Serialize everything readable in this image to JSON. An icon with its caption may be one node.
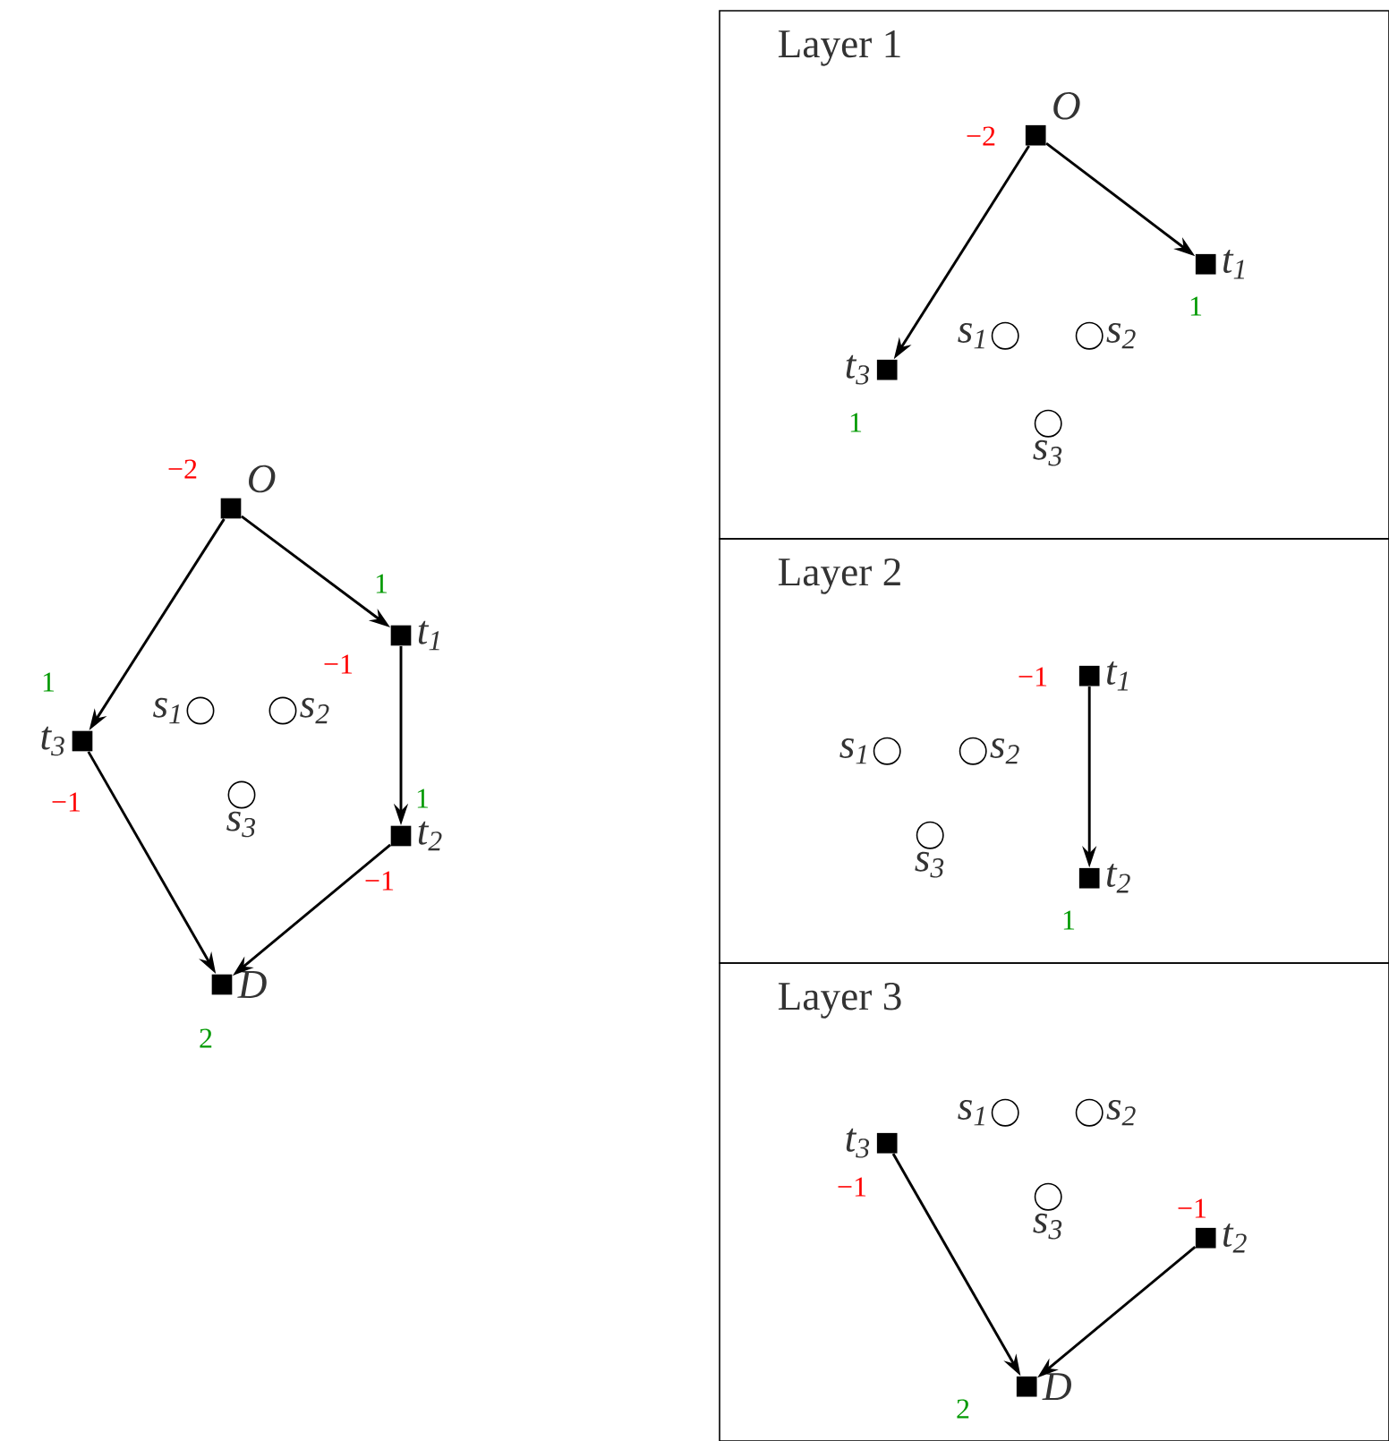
{
  "diagram": {
    "nodes": [
      {
        "text": [
          "O"
        ],
        "beside": [
          "−2"
        ]
      },
      {
        "text": [
          "t$_{1}$"
        ],
        "beside": [
          "1",
          "−1"
        ]
      },
      {
        "text": [
          "t$_{3}$"
        ],
        "beside": [
          "1",
          "−1"
        ]
      },
      {
        "text": [
          "s$_{1}$"
        ]
      },
      {
        "text": [
          "s$_{2}$"
        ]
      },
      {
        "text": [
          "s$_{3}$"
        ]
      },
      {
        "text": [
          "t$_{2}$"
        ],
        "beside": [
          "1",
          "−1"
        ]
      },
      {
        "text": [
          "D"
        ],
        "beside": [
          "2"
        ]
      },
      {
        "text": [
          "Layer 1"
        ]
      },
      {
        "text": [
          "O"
        ],
        "beside": [
          "−2"
        ],
        "in": 8
      },
      {
        "text": [
          "t$_{1}$"
        ],
        "beside": [
          "1"
        ],
        "in": 8
      },
      {
        "text": [
          "t$_{3}$"
        ],
        "beside": [
          "1"
        ],
        "in": 8
      },
      {
        "text": [
          "s$_{1}$"
        ],
        "in": 8
      },
      {
        "text": [
          "s$_{2}$"
        ],
        "in": 8
      },
      {
        "text": [
          "s$_{3}$"
        ],
        "in": 8
      },
      {
        "text": [
          "Layer 2"
        ]
      },
      {
        "text": [
          "t$_{1}$"
        ],
        "beside": [
          "−1"
        ],
        "in": 15
      },
      {
        "text": [
          "s$_{1}$"
        ],
        "in": 15
      },
      {
        "text": [
          "s$_{2}$"
        ],
        "in": 15
      },
      {
        "text": [
          "s$_{3}$"
        ],
        "in": 15
      },
      {
        "text": [
          "t$_{2}$"
        ],
        "beside": [
          "1"
        ],
        "in": 15
      },
      {
        "text": [
          "Layer 3"
        ]
      },
      {
        "text": [
          "s$_{1}$"
        ],
        "in": 21
      },
      {
        "text": [
          "s$_{2}$"
        ],
        "in": 21
      },
      {
        "text": [
          "t$_{3}$"
        ],
        "beside": [
          "−1"
        ],
        "in": 21
      },
      {
        "text": [
          "s$_{3}$"
        ],
        "in": 21
      },
      {
        "text": [
          "t$_{2}$"
        ],
        "beside": [
          "−1"
        ],
        "in": 21
      },
      {
        "text": [
          "D"
        ],
        "beside": [
          "2"
        ],
        "in": 21
      }
    ],
    "edges": [
      {
        "from": 0,
        "to": 2,
        "arrow": "to"
      },
      {
        "from": 0,
        "to": 1,
        "arrow": "to"
      },
      {
        "from": 1,
        "to": 6,
        "arrow": "to"
      },
      {
        "from": 2,
        "to": 7,
        "arrow": "to"
      },
      {
        "from": 6,
        "to": 7,
        "arrow": "to"
      },
      {
        "from": 9,
        "to": 11,
        "arrow": "to"
      },
      {
        "from": 9,
        "to": 10,
        "arrow": "to"
      },
      {
        "from": 16,
        "to": 20,
        "arrow": "to"
      },
      {
        "from": 24,
        "to": 27,
        "arrow": "to"
      },
      {
        "from": 26,
        "to": 27,
        "arrow": "to"
      }
    ]
  }
}
